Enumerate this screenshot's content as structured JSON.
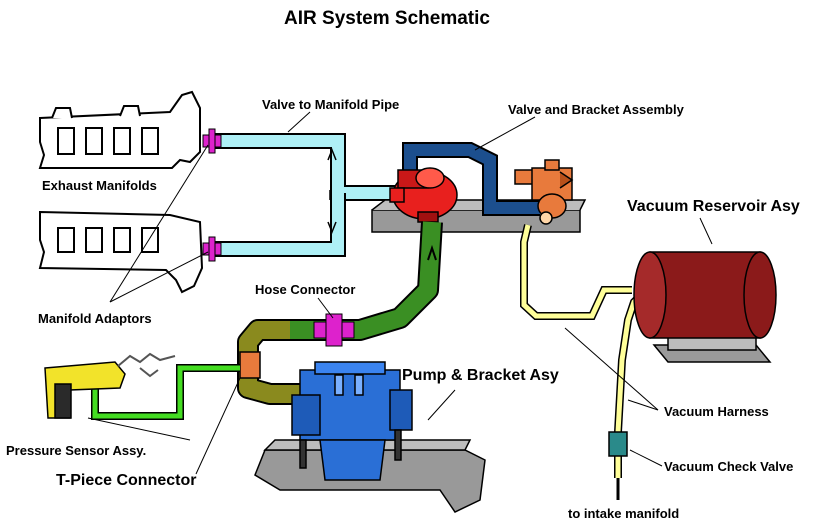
{
  "title": "AIR System Schematic",
  "labels": {
    "valve_to_manifold_pipe": "Valve to Manifold Pipe",
    "valve_bracket_assembly": "Valve and Bracket Assembly",
    "exhaust_manifolds": "Exhaust Manifolds",
    "vacuum_reservoir": "Vacuum Reservoir Asy",
    "hose_connector": "Hose Connector",
    "manifold_adaptors": "Manifold Adaptors",
    "pump_bracket": "Pump & Bracket Asy",
    "pressure_sensor": "Pressure Sensor Assy.",
    "t_piece": "T-Piece Connector",
    "vacuum_harness": "Vacuum Harness",
    "vacuum_check_valve": "Vacuum Check Valve",
    "intake_manifold": "to intake manifold"
  },
  "colors": {
    "pipe_cyan": "#aef0f6",
    "hose_green": "#3a8f23",
    "hose_olive": "#8a8a1e",
    "sensor_line": "#44dd22",
    "harness_yellow": "#ffff99",
    "valve_red": "#e8201e",
    "valve_blue": "#1c4f8e",
    "bracket_orange": "#e87a3c",
    "reservoir": "#8b1a1a",
    "pump_blue": "#2a6fd6",
    "adaptor_magenta": "#dd22cc",
    "bracket_gray": "#999999",
    "check_valve": "#2a8a8a",
    "sensor_yellow": "#f2e32a"
  }
}
